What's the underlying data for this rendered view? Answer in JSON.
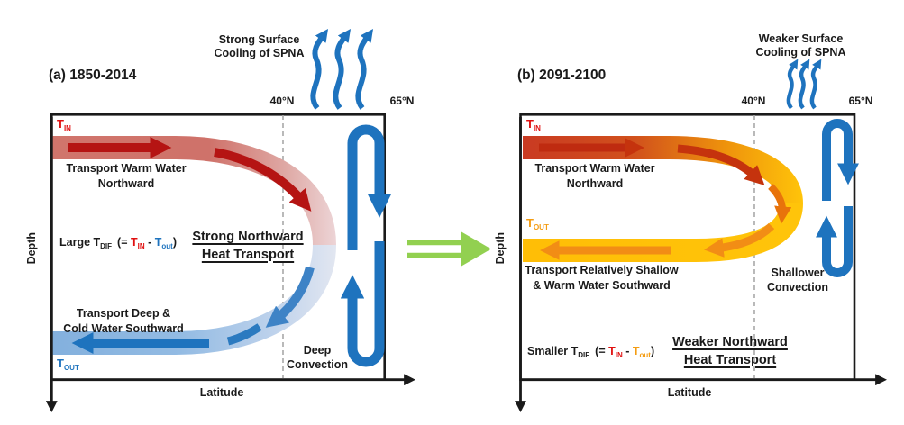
{
  "colors": {
    "blue": "#1E73BE",
    "dark_red": "#B51413",
    "bright_red": "#E01010",
    "orange_label": "#F49C12",
    "gold_band": "#FFC40A",
    "green_arrow": "#92D050",
    "dashed_gray": "#A8A8A8"
  },
  "panel_a": {
    "title": "(a) 1850-2014",
    "cooling": {
      "line1": "Strong Surface",
      "line2": "Cooling of SPNA"
    },
    "lat_ticks": {
      "t40": "40°N",
      "t65": "65°N"
    },
    "t_in": {
      "base": "T",
      "sub": "IN"
    },
    "t_out": {
      "base": "T",
      "sub": "OUT"
    },
    "warm_transport": {
      "line1": "Transport Warm Water",
      "line2": "Northward"
    },
    "equation": {
      "lead": "Large T",
      "lead_sub": "DIF",
      "open": "(= ",
      "tin": "T",
      "tin_sub": "IN",
      "minus": " - ",
      "tout": "T",
      "tout_sub": "out",
      "close": ")"
    },
    "headline": {
      "line1": "Strong Northward",
      "line2": "Heat Transport"
    },
    "cold_transport": {
      "line1": "Transport Deep &",
      "line2": "Cold Water Southward"
    },
    "convection": {
      "line1": "Deep",
      "line2": "Convection"
    },
    "xlabel": "Latitude",
    "ylabel": "Depth"
  },
  "panel_b": {
    "title": "(b) 2091-2100",
    "cooling": {
      "line1": "Weaker Surface",
      "line2": "Cooling of SPNA"
    },
    "lat_ticks": {
      "t40": "40°N",
      "t65": "65°N"
    },
    "t_in": {
      "base": "T",
      "sub": "IN"
    },
    "t_out": {
      "base": "T",
      "sub": "OUT"
    },
    "warm_transport": {
      "line1": "Transport Warm Water",
      "line2": "Northward"
    },
    "equation": {
      "lead": "Smaller T",
      "lead_sub": "DIF",
      "open": "(= ",
      "tin": "T",
      "tin_sub": "IN",
      "minus": " - ",
      "tout": "T",
      "tout_sub": "out",
      "close": ")"
    },
    "headline": {
      "line1": "Weaker Northward",
      "line2": "Heat Transport"
    },
    "return_transport": {
      "line1": "Transport Relatively Shallow",
      "line2": "& Warm Water Southward"
    },
    "convection": {
      "line1": "Shallower",
      "line2": "Convection"
    },
    "xlabel": "Latitude",
    "ylabel": "Depth"
  }
}
